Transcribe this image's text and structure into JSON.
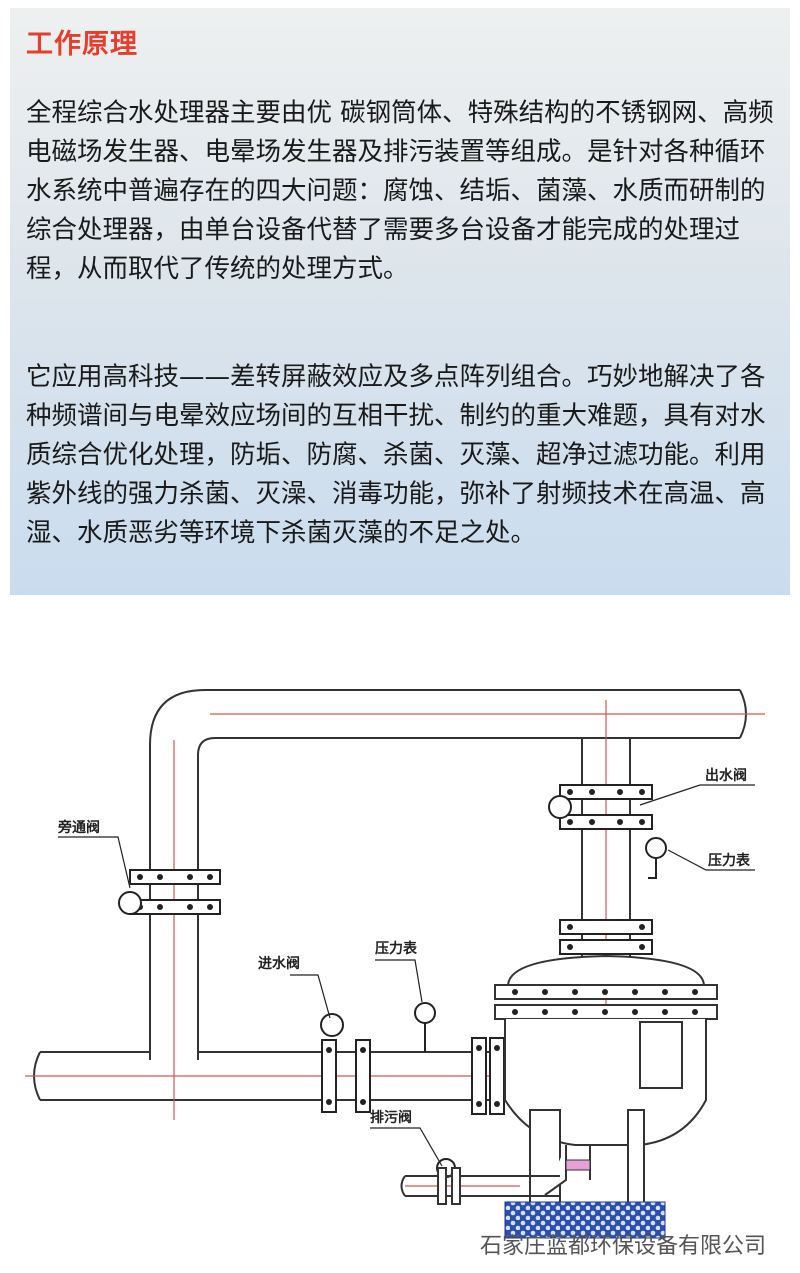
{
  "section": {
    "title": "工作原理",
    "paragraph1": "全程综合水处理器主要由优 碳钢筒体、特殊结构的不锈钢网、高频电磁场发生器、电晕场发生器及排污装置等组成。是针对各种循环水系统中普遍存在的四大问题：腐蚀、结垢、菌藻、水质而研制的综合处理器，由单台设备代替了需要多台设备才能完成的处理过程，从而取代了传统的处理方式。",
    "paragraph2": "它应用高科技——差转屏蔽效应及多点阵列组合。巧妙地解决了各种频谱间与电晕效应场间的互相干扰、制约的重大难题，具有对水质综合优化处理，防垢、防腐、杀菌、灭藻、超净过滤功能。利用紫外线的强力杀菌、灭澡、消毒功能，弥补了射频技术在高温、高湿、水质恶劣等环境下杀菌灭藻的不足之处。"
  },
  "diagram": {
    "labels": {
      "bypass_valve": "旁通阀",
      "outlet_valve": "出水阀",
      "pressure_gauge_right": "压力表",
      "inlet_valve": "进水阀",
      "pressure_gauge_left": "压力表",
      "drain_valve": "排污阀"
    }
  },
  "footer": {
    "company": "石家庄蓝都环保设备有限公司"
  },
  "colors": {
    "title": "#e83d2b",
    "centerline": "#d9534f",
    "base": "#2b4fb0"
  }
}
